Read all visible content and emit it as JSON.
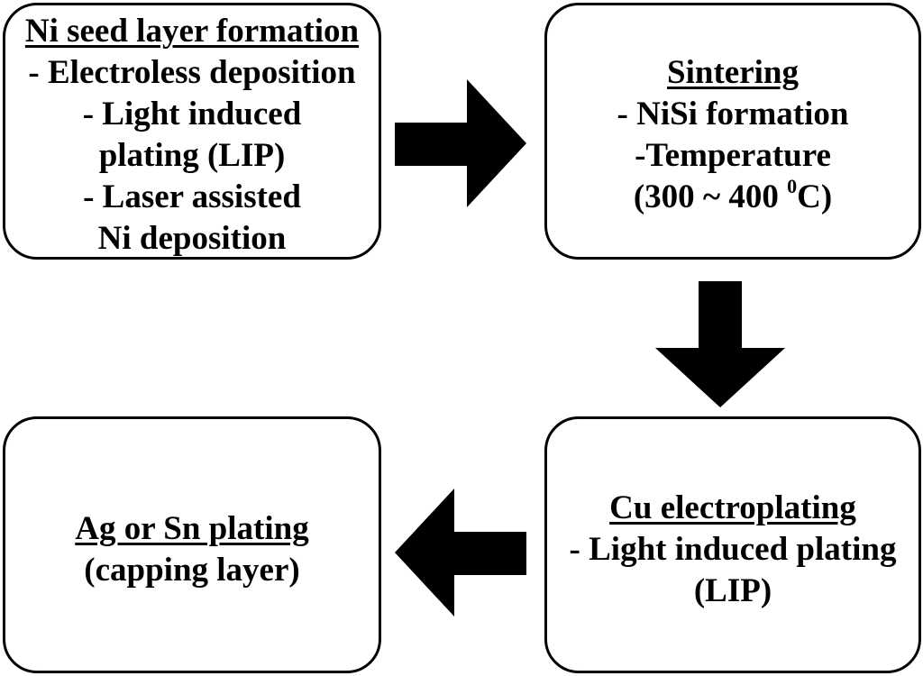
{
  "steps": {
    "ni_seed": {
      "title": "Ni seed layer formation",
      "lines": [
        "- Electroless deposition",
        "- Light induced",
        "plating (LIP)",
        "- Laser assisted",
        "Ni deposition"
      ]
    },
    "sintering": {
      "title": "Sintering",
      "lines": [
        "- NiSi formation",
        "-Temperature"
      ],
      "temp_open": "(300 ~ 400 ",
      "temp_sup": "0",
      "temp_close": "C)"
    },
    "cu": {
      "title": "Cu electroplating",
      "lines": [
        "- Light induced plating",
        "(LIP)"
      ]
    },
    "ag_sn": {
      "title": "Ag or Sn plating",
      "lines": [
        "(capping layer)"
      ]
    }
  },
  "colors": {
    "stroke": "#000000",
    "background": "#ffffff"
  },
  "arrows": [
    "arrow-right",
    "arrow-down",
    "arrow-left"
  ]
}
